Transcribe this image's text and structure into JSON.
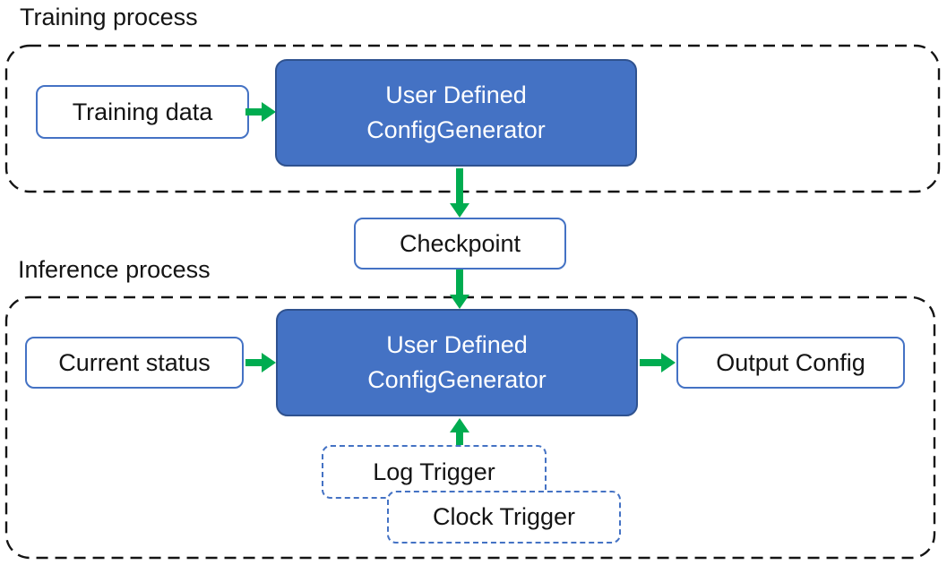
{
  "diagram": {
    "training": {
      "title": "Training process",
      "input_label": "Training data",
      "generator_line1": "User Defined",
      "generator_line2": "ConfigGenerator"
    },
    "checkpoint_label": "Checkpoint",
    "inference": {
      "title": "Inference process",
      "input_label": "Current status",
      "generator_line1": "User Defined",
      "generator_line2": "ConfigGenerator",
      "output_label": "Output Config",
      "log_trigger_label": "Log Trigger",
      "clock_trigger_label": "Clock Trigger"
    },
    "colors": {
      "node_fill_blue": "#4472C4",
      "node_border_dark_blue": "#2F528F",
      "light_node_border_blue": "#4472C4",
      "arrow_green": "#00AC50",
      "container_dash_black": "#141414",
      "text_black": "#141414",
      "text_white": "#FFFFFF"
    }
  }
}
